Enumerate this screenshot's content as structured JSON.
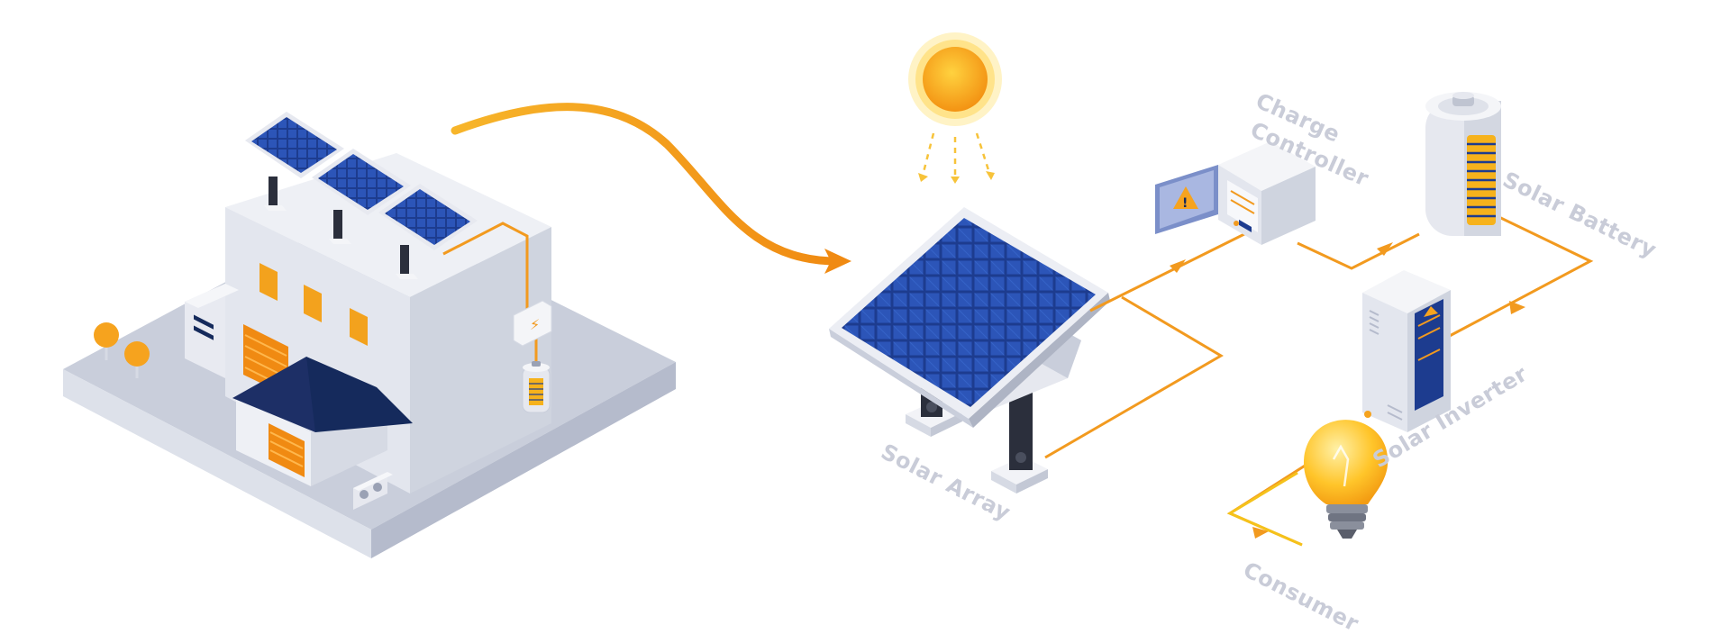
{
  "labels": {
    "charge_controller_line1": "Charge",
    "charge_controller_line2": "Controller",
    "solar_battery": "Solar Battery",
    "solar_array": "Solar Array",
    "solar_inverter": "Solar Inverter",
    "consumer": "Consumer"
  },
  "colors": {
    "wire": "#f29a1f",
    "wire_yellow": "#f5c21b",
    "panel": "#1d3c8f",
    "panel_frame": "#e7e9f0",
    "building": "#e6e8ef",
    "ground": "#c9cedb",
    "roof": "#152a5c",
    "window": "#f3a21d",
    "sun": "#f7a417",
    "label": "#c9ccd8"
  },
  "icons": [
    "sun-icon",
    "solar-panel-icon",
    "charge-controller-icon",
    "battery-icon",
    "inverter-icon",
    "light-bulb-icon",
    "warning-icon",
    "lightning-icon"
  ]
}
